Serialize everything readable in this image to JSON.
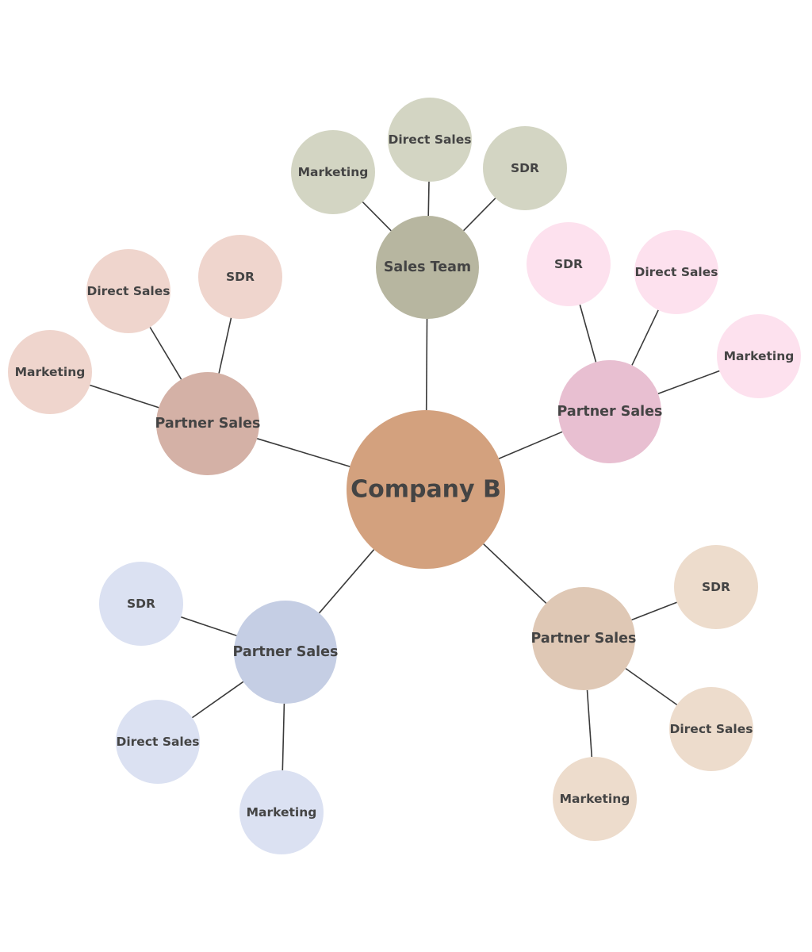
{
  "center": {
    "label": "Company B",
    "color": "#d3a17e"
  },
  "branches": [
    {
      "id": "top",
      "hub": {
        "label": "Sales Team",
        "color": "#b7b6a0"
      },
      "leaves": [
        {
          "label": "Marketing",
          "color": "#d3d5c3"
        },
        {
          "label": "Direct Sales",
          "color": "#d3d5c3"
        },
        {
          "label": "SDR",
          "color": "#d3d5c3"
        }
      ]
    },
    {
      "id": "right",
      "hub": {
        "label": "Partner Sales",
        "color": "#e8bfd1"
      },
      "leaves": [
        {
          "label": "SDR",
          "color": "#fde1ee"
        },
        {
          "label": "Direct Sales",
          "color": "#fde1ee"
        },
        {
          "label": "Marketing",
          "color": "#fde1ee"
        }
      ]
    },
    {
      "id": "bottom-right",
      "hub": {
        "label": "Partner Sales",
        "color": "#dfc8b5"
      },
      "leaves": [
        {
          "label": "SDR",
          "color": "#eddccc"
        },
        {
          "label": "Direct Sales",
          "color": "#eddccc"
        },
        {
          "label": "Marketing",
          "color": "#eddccc"
        }
      ]
    },
    {
      "id": "bottom-left",
      "hub": {
        "label": "Partner Sales",
        "color": "#c5cee4"
      },
      "leaves": [
        {
          "label": "SDR",
          "color": "#dbe1f2"
        },
        {
          "label": "Direct Sales",
          "color": "#dbe1f2"
        },
        {
          "label": "Marketing",
          "color": "#dbe1f2"
        }
      ]
    },
    {
      "id": "left",
      "hub": {
        "label": "Partner Sales",
        "color": "#d4b1a6"
      },
      "leaves": [
        {
          "label": "Marketing",
          "color": "#efd5cd"
        },
        {
          "label": "Direct Sales",
          "color": "#efd5cd"
        },
        {
          "label": "SDR",
          "color": "#efd5cd"
        }
      ]
    }
  ],
  "edge_color": "#3a3a3a",
  "label_color": "#444444"
}
